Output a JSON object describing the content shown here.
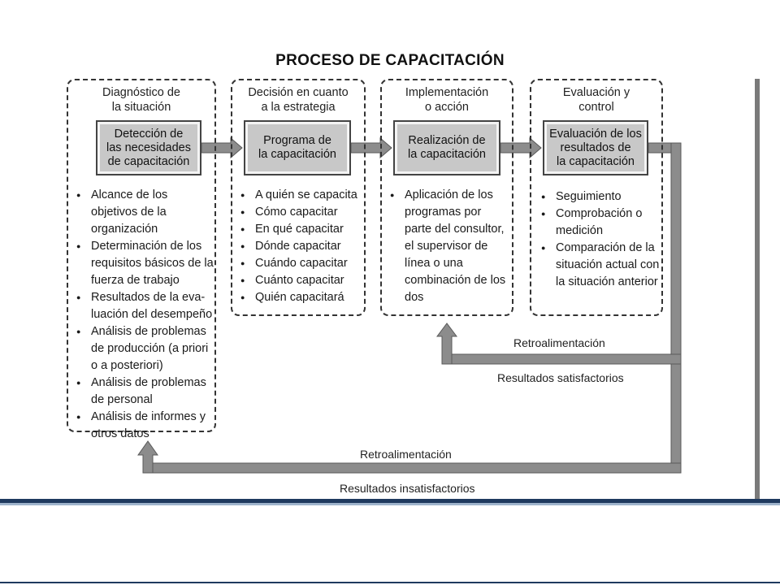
{
  "title": "PROCESO DE CAPACITACIÓN",
  "stages": [
    {
      "heading": "Diagnóstico de\nla situación",
      "process": "Detección de\nlas necesidades\nde capacitación",
      "items": [
        "Alcance de los objetivos de la organización",
        "Determinación de los requisitos básicos de la fuerza de trabajo",
        "Resultados de la eva-luación del desempeño",
        "Análisis de problemas de producción (a priori o a posteriori)",
        "Análisis de problemas de personal",
        "Análisis de informes y otros datos"
      ]
    },
    {
      "heading": "Decisión en cuanto\na la estrategia",
      "process": "Programa de\nla capacitación",
      "items": [
        "A quién se capacita",
        "Cómo capacitar",
        "En qué capacitar",
        "Dónde capacitar",
        "Cuándo capacitar",
        "Cuánto capacitar",
        "Quién capacitará"
      ]
    },
    {
      "heading": "Implementación\no acción",
      "process": "Realización de\nla capacitación",
      "items": [
        "Aplicación de los programas por parte del consultor, el supervisor de línea o una combinación de los dos"
      ]
    },
    {
      "heading": "Evaluación y\ncontrol",
      "process": "Evaluación de los\nresultados de\nla capacitación",
      "items": [
        "Seguimiento",
        "Comprobación o medición",
        "Comparación de la situación actual con la situación anterior"
      ]
    }
  ],
  "feedback_inner": {
    "top_label": "Retroalimentación",
    "bottom_label": "Resultados satisfactorios"
  },
  "feedback_outer": {
    "top_label": "Retroalimentación",
    "bottom_label": "Resultados insatisfactorios"
  },
  "colors": {
    "arrow": "#8c8c8c",
    "process_fill": "#c8c8c8",
    "band_navy": "#1f3a5f",
    "side_bar": "#7a7a7a"
  }
}
